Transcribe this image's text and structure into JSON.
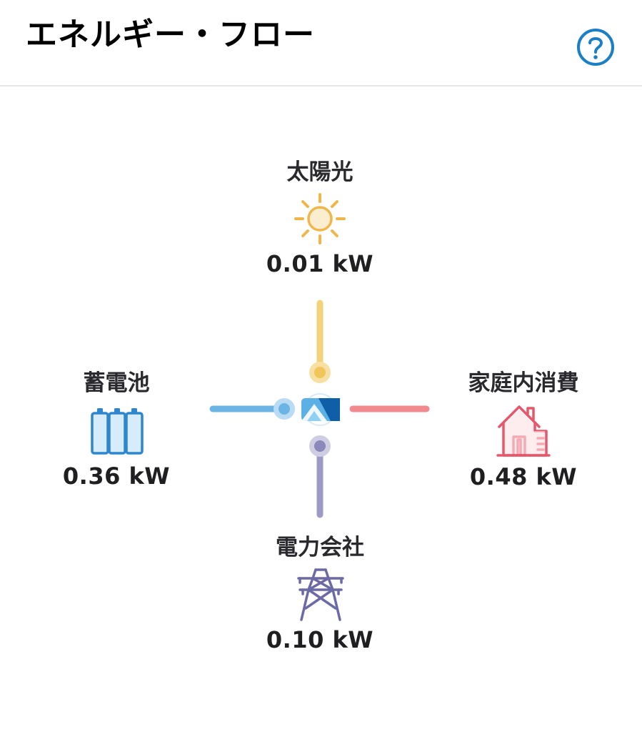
{
  "header": {
    "title": "エネルギー・フロー",
    "help_icon": "question-circle-icon"
  },
  "nodes": {
    "solar": {
      "label": "太陽光",
      "value": "0.01 kW",
      "icon": "sun-icon"
    },
    "battery": {
      "label": "蓄電池",
      "value": "0.36 kW",
      "icon": "battery-icon"
    },
    "home": {
      "label": "家庭内消費",
      "value": "0.48 kW",
      "icon": "house-icon"
    },
    "grid": {
      "label": "電力会社",
      "value": "0.10 kW",
      "icon": "power-tower-icon"
    }
  },
  "hub": {
    "icon": "power-conditioner-icon"
  },
  "colors": {
    "solar": "#f0b93a",
    "battery": "#3a8fd6",
    "home": "#e8566a",
    "grid": "#6c6aa6",
    "accent": "#1a7fc4"
  }
}
